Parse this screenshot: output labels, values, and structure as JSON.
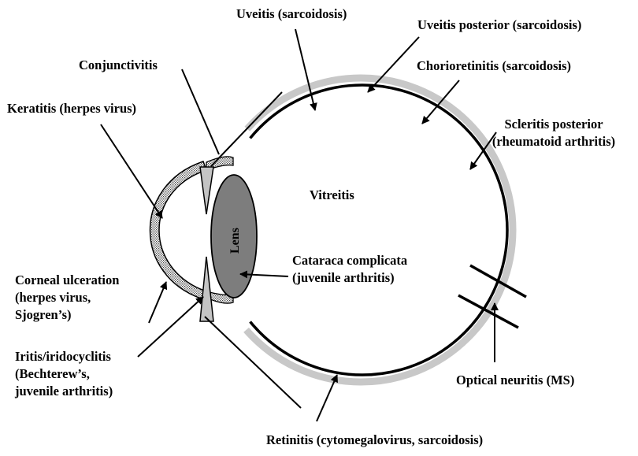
{
  "diagram": {
    "labels": {
      "uveitis": "Uveitis (sarcoidosis)",
      "uveitis_posterior": "Uveitis posterior (sarcoidosis)",
      "conjunctivitis": "Conjunctivitis",
      "chorioretinitis": "Chorioretinitis (sarcoidosis)",
      "keratitis": "Keratitis (herpes virus)",
      "scleritis_line1": "Scleritis posterior",
      "scleritis_line2": "(rheumatoid arthritis)",
      "vitreitis": "Vitreitis",
      "lens": "Lens",
      "cataract_line1": "Cataraca complicata",
      "cataract_line2": "(juvenile arthritis)",
      "corneal_line1": "Corneal ulceration",
      "corneal_line2": "(herpes virus,",
      "corneal_line3": "Sjogren’s)",
      "iritis_line1": "Iritis/iridocyclitis",
      "iritis_line2": "(Bechterew’s,",
      "iritis_line3": "juvenile arthritis)",
      "optic_neuritis": "Optical neuritis (MS)",
      "retinitis": "Retinitis (cytomegalovirus, sarcoidosis)"
    }
  }
}
